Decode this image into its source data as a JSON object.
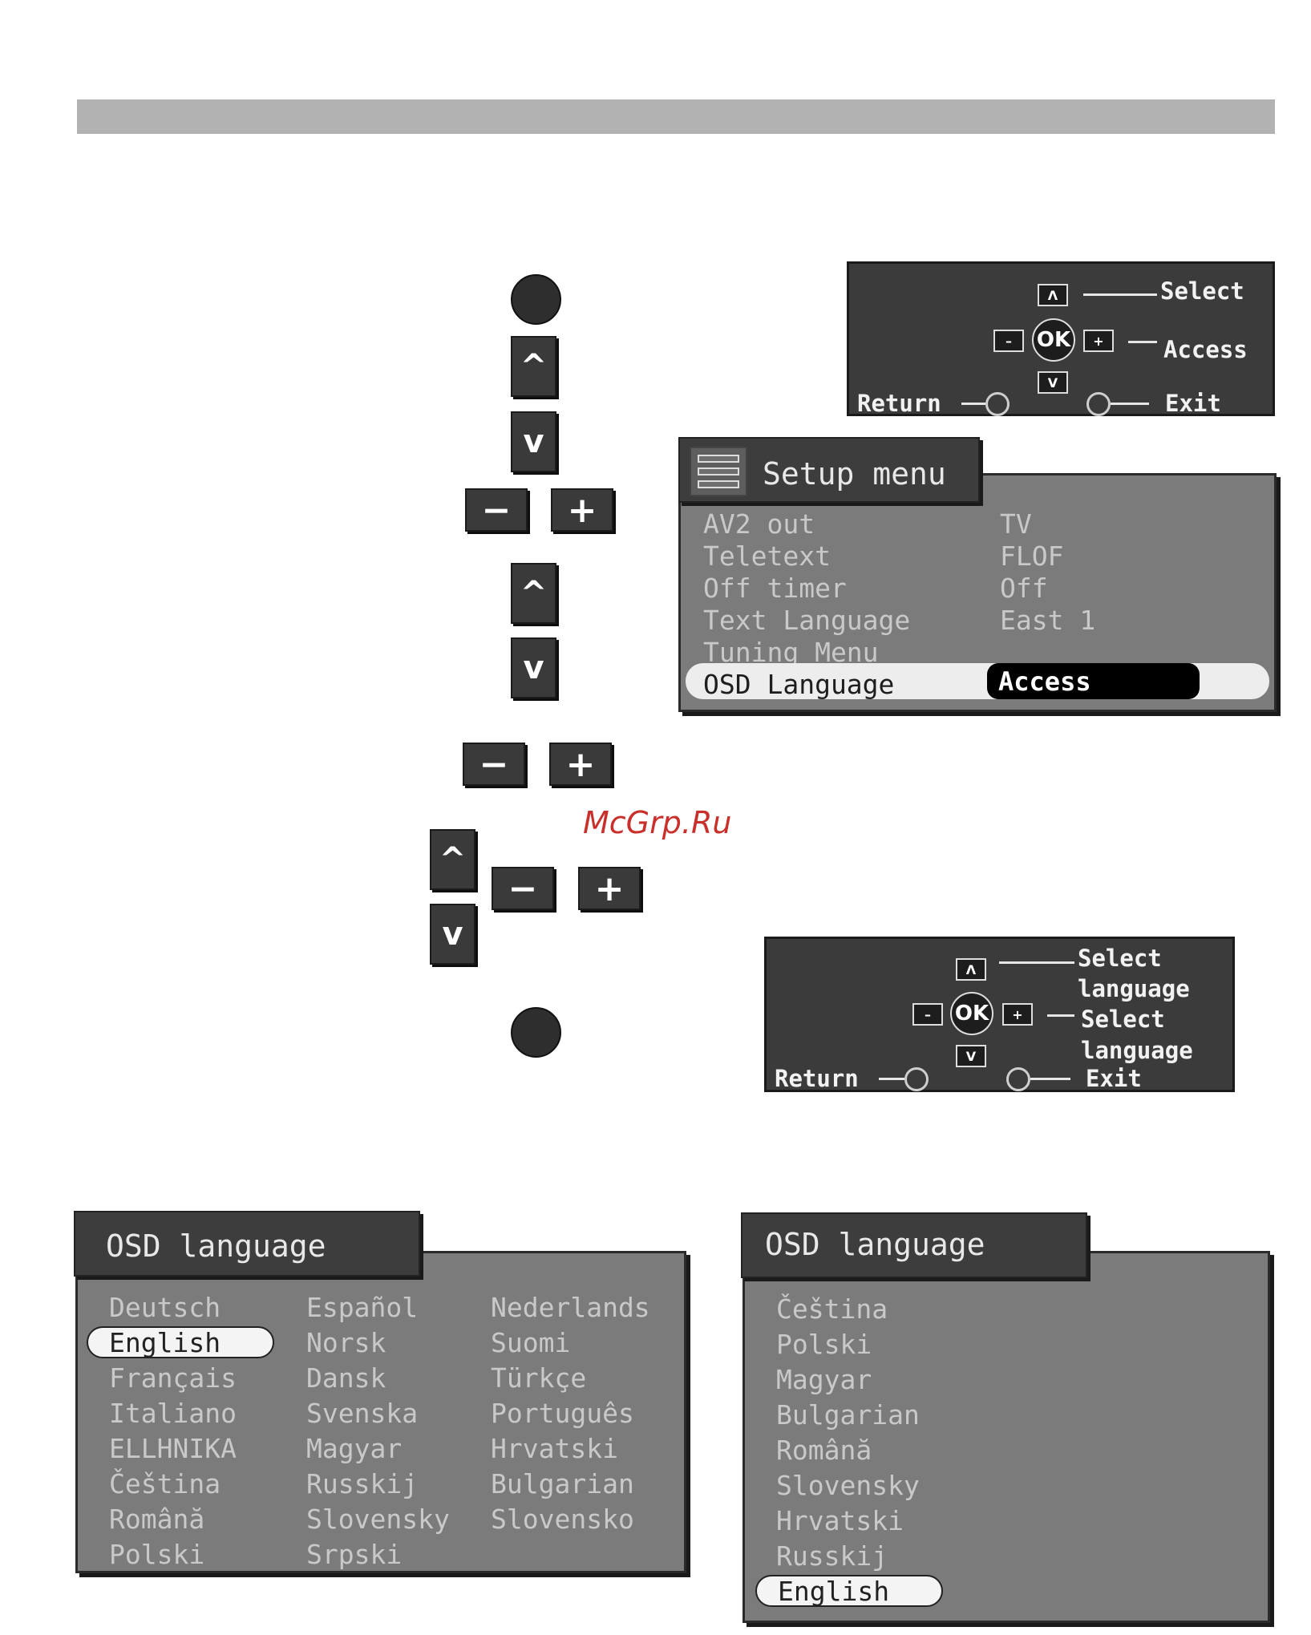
{
  "remote": {
    "up": "^",
    "down": "v",
    "minus": "−",
    "plus": "+"
  },
  "help1": {
    "select": "Select",
    "access": "Access",
    "return": "Return",
    "exit": "Exit",
    "ok": "OK",
    "minus": "–",
    "plus": "+",
    "up": "Λ",
    "down": "V"
  },
  "setup_menu": {
    "title": "Setup menu",
    "rows": [
      {
        "label": "AV2 out",
        "value": "TV"
      },
      {
        "label": "Teletext",
        "value": "FLOF"
      },
      {
        "label": "Off timer",
        "value": "Off"
      },
      {
        "label": "Text Language",
        "value": "East 1"
      },
      {
        "label": "Tuning Menu",
        "value": ""
      }
    ],
    "selected_label": "OSD Language",
    "selected_value": "Access"
  },
  "watermark": "McGrp.Ru",
  "help2": {
    "select_line1": "Select",
    "select_line2": "language",
    "select2_line1": "Select",
    "select2_line2": "language",
    "return": "Return",
    "exit": "Exit",
    "ok": "OK",
    "minus": "–",
    "plus": "+",
    "up": "Λ",
    "down": "V"
  },
  "osd_left": {
    "title": "OSD language",
    "col1": [
      "Deutsch",
      "English",
      "Français",
      "Italiano",
      "ELLHNIKA",
      "Čeština",
      "Română",
      "Polski"
    ],
    "col2": [
      "Español",
      "Norsk",
      "Dansk",
      "Svenska",
      "Magyar",
      "Russkij",
      "Slovensky",
      "Srpski"
    ],
    "col3": [
      "Nederlands",
      "Suomi",
      "Türkçe",
      "Português",
      "Hrvatski",
      "Bulgarian",
      "Slovensko"
    ],
    "selected": "English"
  },
  "osd_right": {
    "title": "OSD language",
    "items": [
      "Čeština",
      "Polski",
      "Magyar",
      "Bulgarian",
      "Română",
      "Slovensky",
      "Hrvatski",
      "Russkij"
    ],
    "selected": "English"
  }
}
